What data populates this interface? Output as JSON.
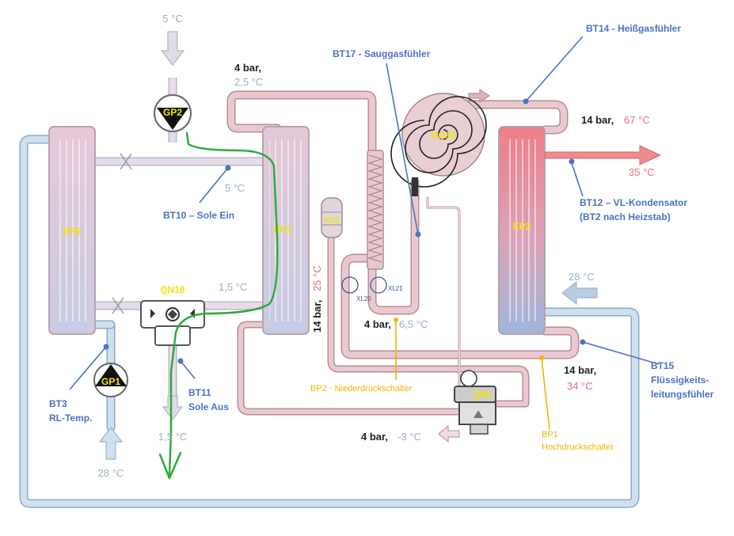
{
  "temps": {
    "top_in": "5 °C",
    "bottom_in": "28 °C",
    "sole_out": "1,5 °C",
    "ep1_top": "5 °C",
    "ep1_bottom": "1,5 °C",
    "ep2_in": "28 °C",
    "ep2_out": "35 °C",
    "low_pressure_top": "2,5 °C",
    "high_pressure_top": "67 °C",
    "low_pressure_mid": "6,5 °C",
    "high_pressure_mid": "34 °C",
    "after_valve": "-3 °C",
    "vertical_left": "25 °C"
  },
  "pressures": {
    "low_top": "4 bar,",
    "high_top": "14 bar,",
    "low_mid": "4 bar,",
    "high_mid": "14 bar,",
    "after_valve": "4 bar,",
    "vertical_left": "14 bar,"
  },
  "components": {
    "gp2": "GP2",
    "gp1": "GP1",
    "ep6": "EP6",
    "ep1": "EP1",
    "ep2": "EP2",
    "hs1": "HS1",
    "gq10": "GQ10",
    "qn18": "QN18",
    "qn1": "QN1",
    "xl20": "XL20",
    "xl21": "XL21"
  },
  "labels": {
    "bt14": "BT14 - Heißgasfühler",
    "bt17": "BT17 - Sauggasfühler",
    "bt10": "BT10 – Sole Ein",
    "bt12_l1": "BT12 – VL-Kondensator",
    "bt12_l2": "(BT2 nach Heizstab)",
    "bt15_l1": "BT15",
    "bt15_l2": "Flüssigkeits-",
    "bt15_l3": "leitungsfühler",
    "bt3_l1": "BT3",
    "bt3_l2": "RL-Temp.",
    "bt11_l1": "BT11",
    "bt11_l2": "Sole Aus",
    "bp2": "BP2 - Niederdruckschalter",
    "bp1_l1": "BP1",
    "bp1_l2": "Hochdruckschalter"
  },
  "colors": {
    "cold_pipe": "#cfe0ee",
    "cold_outline": "#8eaac2",
    "refrigerant_pipe": "#e9c9cf",
    "refrigerant_outline": "#b48d94",
    "hot_pipe": "#f08a90",
    "annotation": "#4a73c0",
    "switch": "#f0b400",
    "flow_path": "#2eaa3a"
  }
}
